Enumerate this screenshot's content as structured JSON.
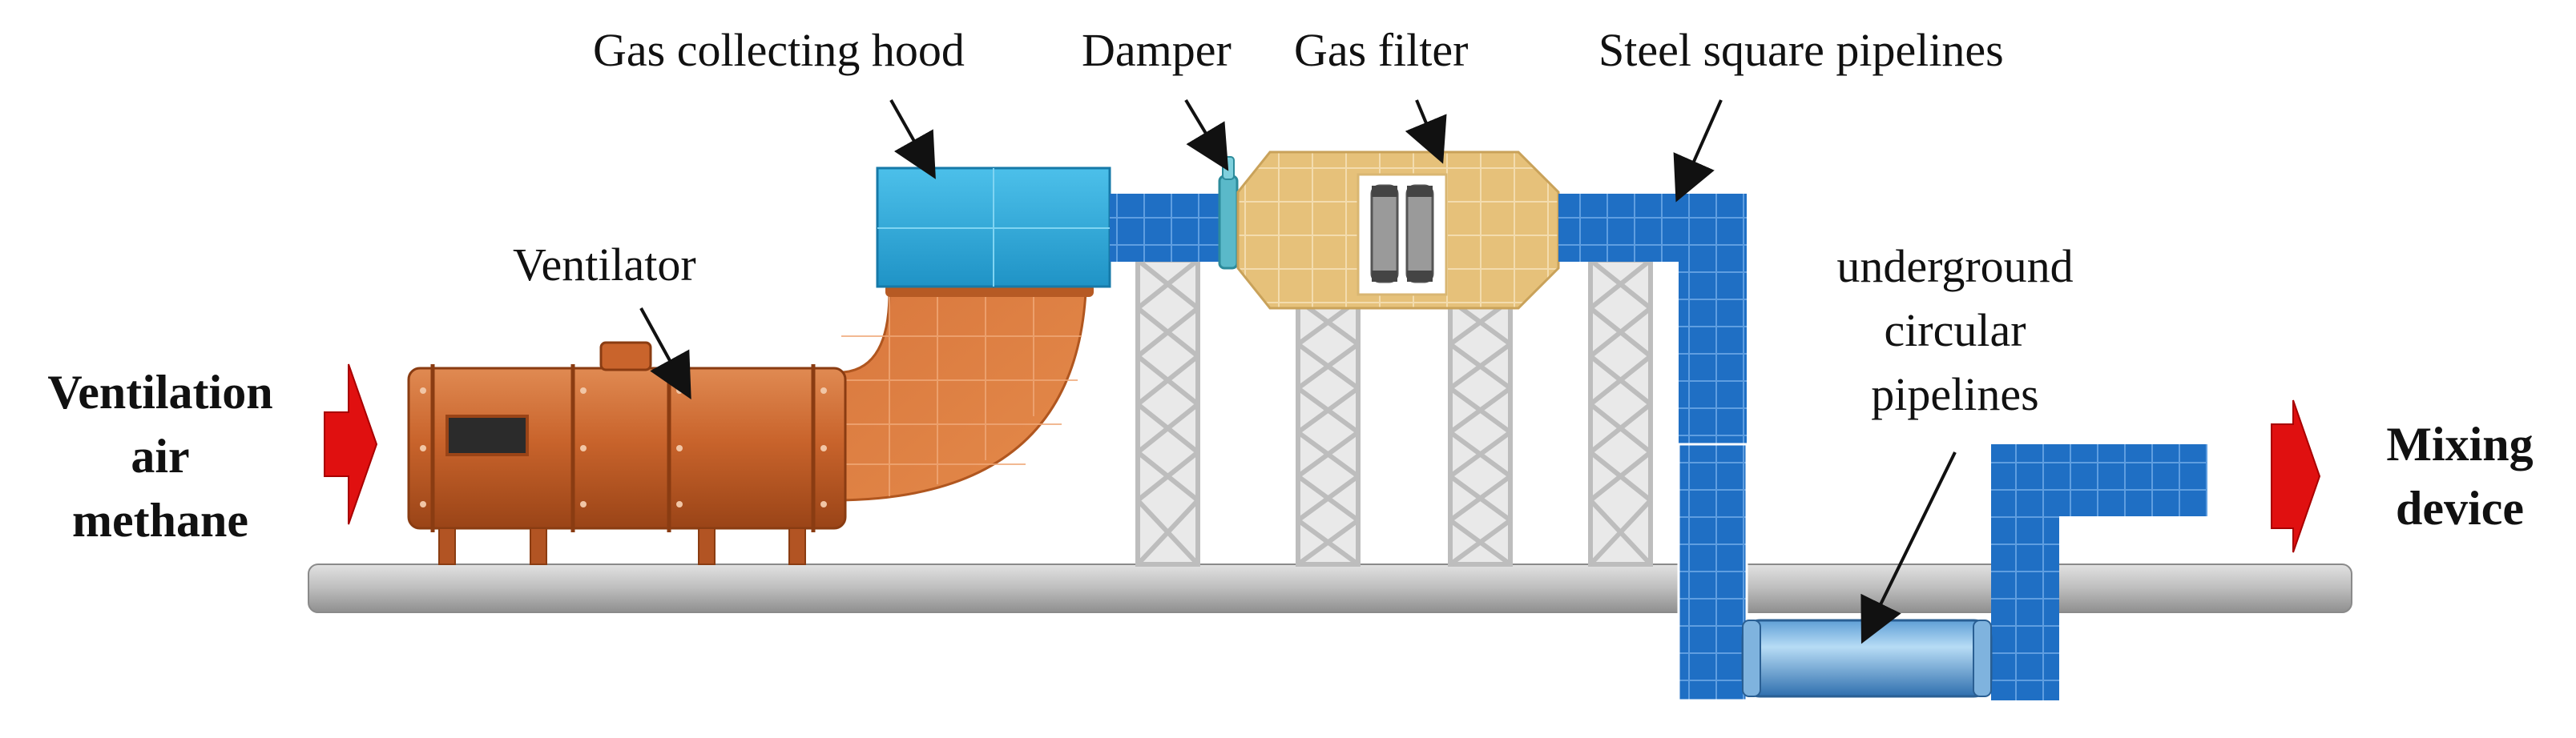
{
  "labels": {
    "gas_collecting_hood": "Gas collecting hood",
    "damper": "Damper",
    "gas_filter": "Gas filter",
    "steel_square_pipelines": "Steel square pipelines",
    "ventilator": "Ventilator",
    "underground_line1": "underground",
    "underground_line2": "circular",
    "underground_line3": "pipelines"
  },
  "inlet": {
    "line1": "Ventilation",
    "line2": "air",
    "line3": "methane"
  },
  "outlet": {
    "line1": "Mixing",
    "line2": "device"
  },
  "colors": {
    "ventilator": "#c8642e",
    "hood": "#29a6d6",
    "steel_pipe": "#1f6fc4",
    "filter": "#e6c17a",
    "frame": "#cfcfcf",
    "flow_arrow": "#e01010",
    "base_rail": "#b9b9b9"
  }
}
